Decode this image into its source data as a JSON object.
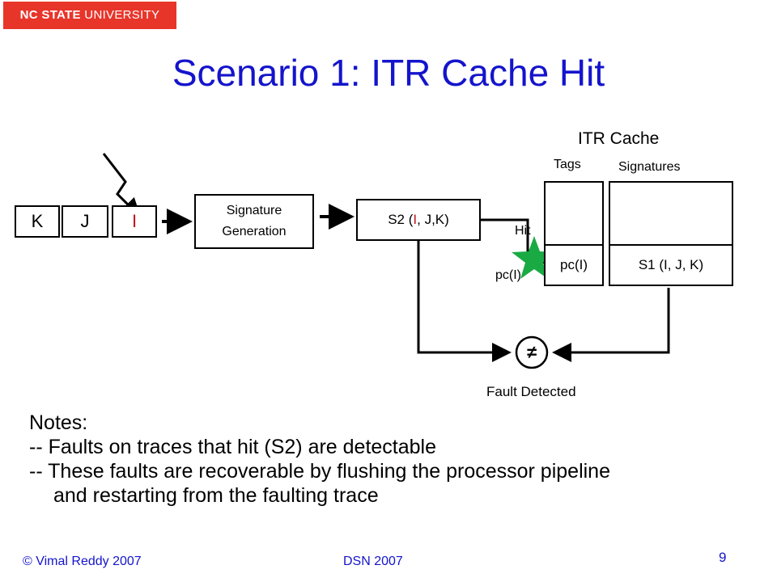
{
  "header": {
    "badge_bold": "NC STATE",
    "badge_rest": " UNIVERSITY",
    "title": "Scenario 1: ITR Cache Hit"
  },
  "diagram": {
    "instructions": [
      "K",
      "J",
      "I"
    ],
    "siggen_line1": "Signature",
    "siggen_line2": "Generation",
    "s2_prefix": "S2 (",
    "s2_i": "I",
    "s2_j": ", J,",
    "s2_k": " K)",
    "cache_title": "ITR Cache",
    "tags_label": "Tags",
    "signatures_label": "Signatures",
    "tag_entry": "pc(I)",
    "sig_entry": "S1 (I, J, K)",
    "hit_label": "Hit",
    "pc_label": "pc(I)",
    "compare_symbol": "≠",
    "fault_label": "Fault Detected",
    "colors": {
      "faulty_instruction": "#c0141e",
      "hit_star": "#1aaa44",
      "title": "#1414cc"
    }
  },
  "notes": {
    "heading": "Notes:",
    "line1": "-- Faults on traces that hit (S2) are detectable",
    "line2": "-- These faults are recoverable by flushing the processor pipeline",
    "line3": "and restarting from the faulting trace"
  },
  "footer": {
    "copyright": "© Vimal Reddy 2007",
    "conference": "DSN 2007",
    "page": "9"
  }
}
